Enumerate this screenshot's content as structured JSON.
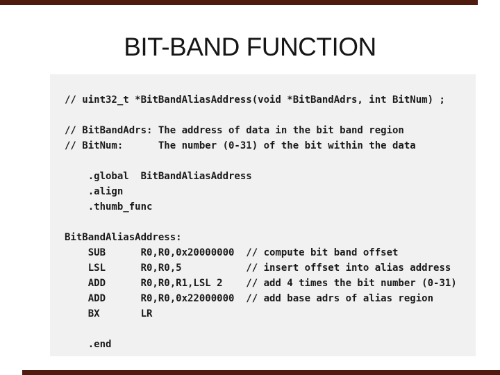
{
  "slide": {
    "title": "BIT-BAND FUNCTION",
    "colors": {
      "accent_bar": "#4f1b0e",
      "code_panel_bg": "#f1f1f1",
      "code_text": "#1a1a1a",
      "title_text": "#161616"
    },
    "code_lines": [
      "// uint32_t *BitBandAliasAddress(void *BitBandAdrs, int BitNum) ;",
      "",
      "// BitBandAdrs: The address of data in the bit band region",
      "// BitNum:      The number (0-31) of the bit within the data",
      "",
      "    .global  BitBandAliasAddress",
      "    .align",
      "    .thumb_func",
      "",
      "BitBandAliasAddress:",
      "    SUB      R0,R0,0x20000000  // compute bit band offset",
      "    LSL      R0,R0,5           // insert offset into alias address",
      "    ADD      R0,R0,R1,LSL 2    // add 4 times the bit number (0-31)",
      "    ADD      R0,R0,0x22000000  // add base adrs of alias region",
      "    BX       LR",
      "",
      "    .end"
    ]
  }
}
